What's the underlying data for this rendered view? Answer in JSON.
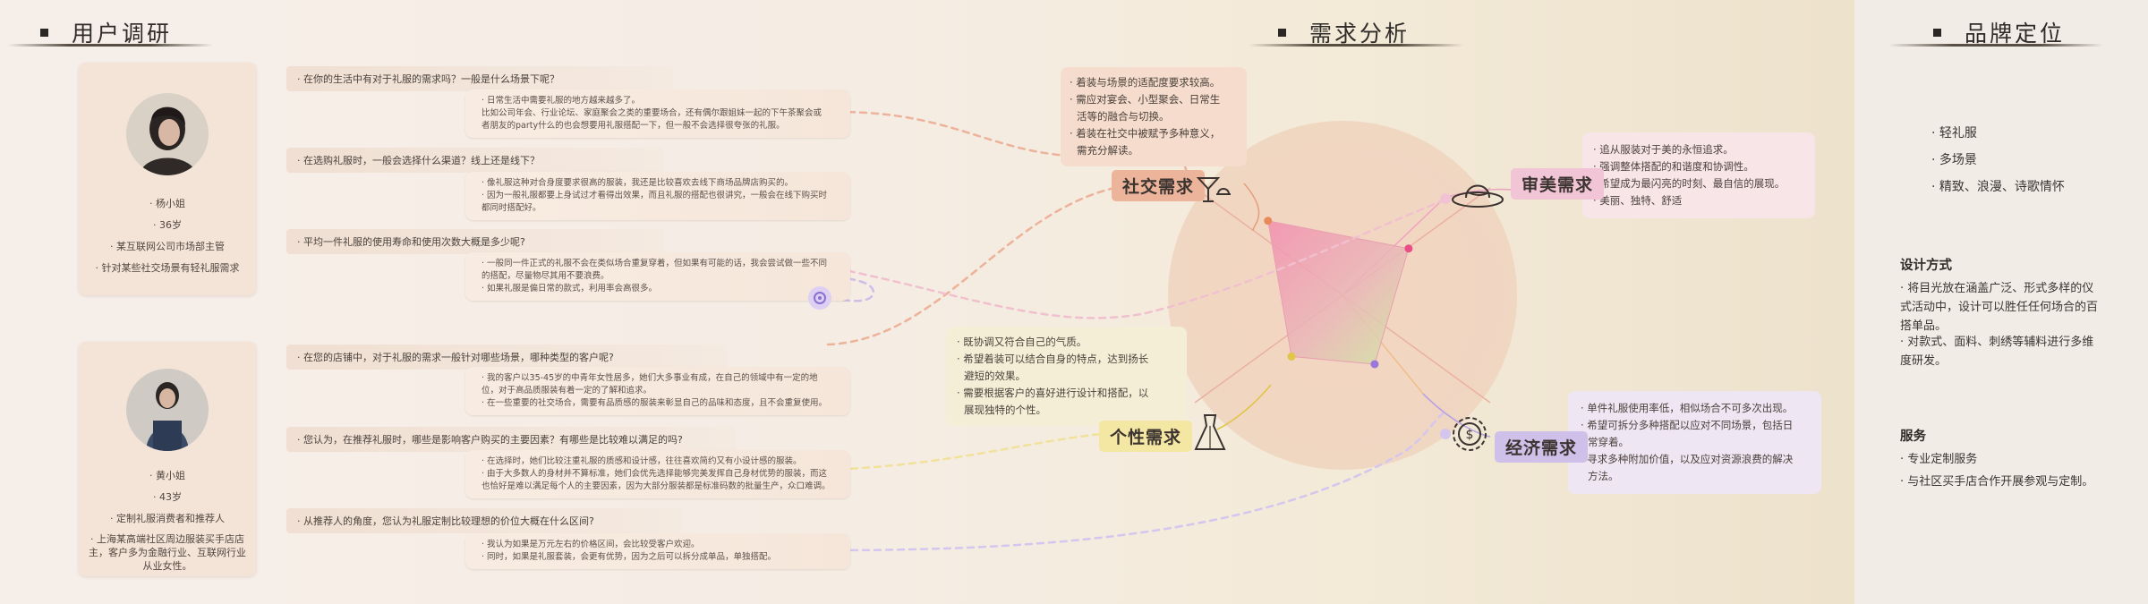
{
  "sections": {
    "research": "用户调研",
    "analysis": "需求分析",
    "brand": "品牌定位"
  },
  "personas": [
    {
      "name": "· 杨小姐",
      "age": "· 36岁",
      "job": "· 某互联网公司市场部主管",
      "note": "· 针对某些社交场景有轻礼服需求"
    },
    {
      "name": "· 黄小姐",
      "age": "· 43岁",
      "job": "· 定制礼服消费者和推荐人",
      "note": [
        "· 上海某高端社区周边服装买手店店",
        "主，客户多为金融行业、互联网行业",
        "从业女性。"
      ]
    }
  ],
  "qa": [
    {
      "q": "· 在你的生活中有对于礼服的需求吗？一般是什么场景下呢？",
      "a": [
        "· 日常生活中需要礼服的地方越来越多了。",
        "比如公司年会、行业论坛、家庭聚会之类的重要场合，还有偶尔跟姐妹一起的下午茶聚会或",
        "者朋友的party什么的也会想要用礼服搭配一下，但一般不会选择很夸张的礼服。"
      ]
    },
    {
      "q": "· 在选购礼服时，一般会选择什么渠道？线上还是线下？",
      "a": [
        "· 像礼服这种对合身度要求很高的服装，我还是比较喜欢去线下商场品牌店购买的。",
        "· 因为一般礼服都要上身试过才看得出效果，而且礼服的搭配也很讲究，一般会在线下购买时",
        "都同时搭配好。"
      ]
    },
    {
      "q": "· 平均一件礼服的使用寿命和使用次数大概是多少呢?",
      "a": [
        "· 一般同一件正式的礼服不会在类似场合重复穿着，但如果有可能的话，我会尝试做一些不同",
        "的搭配，尽量物尽其用不要浪费。",
        "· 如果礼服是偏日常的款式，利用率会高很多。"
      ]
    },
    {
      "q": "· 在您的店铺中，对于礼服的需求一般针对哪些场景，哪种类型的客户呢?",
      "a": [
        "· 我的客户以35-45岁的中青年女性居多，她们大多事业有成，在自己的领域中有一定的地",
        "位，对于高品质服装有着一定的了解和追求。",
        "· 在一些重要的社交场合，需要有品质感的服装来彰显自己的品味和态度，且不会重复使用。"
      ]
    },
    {
      "q": "· 您认为，在推荐礼服时，哪些是影响客户购买的主要因素？有哪些是比较难以满足的吗?",
      "a": [
        "· 在选择时，她们比较注重礼服的质感和设计感，往往喜欢简约又有小设计感的服装。",
        "· 由于大多数人的身材并不算标准，她们会优先选择能够完美发挥自己身材优势的服装，而这",
        "也恰好是难以满足每个人的主要因素，因为大部分服装都是标准码数的批量生产，众口难调。"
      ]
    },
    {
      "q": "· 从推荐人的角度，您认为礼服定制比较理想的价位大概在什么区间?",
      "a": [
        "· 我认为如果是万元左右的价格区间，会比较受客户欢迎。",
        "· 同时，如果是礼服套装，会更有优势，因为之后可以拆分成单品，单独搭配。"
      ]
    }
  ],
  "needs": {
    "social": {
      "label": "社交需求",
      "color": "#ecb49a",
      "lines": [
        [
          "· 着装与场景的适配度要求较高。"
        ],
        [
          "· 需应对宴会、小型聚会、日常生",
          "活等的融合与切换。"
        ],
        [
          "· 着装在社交中被赋予多种意义，",
          "需充分解读。"
        ]
      ]
    },
    "aesthetic": {
      "label": "审美需求",
      "color": "#f1c4d6",
      "lines": [
        [
          "· 追从服装对于美的永恒追求。"
        ],
        [
          "· 强调整体搭配的和谐度和协调性。"
        ],
        [
          "· 希望成为最闪亮的时刻、最自信的展现。"
        ],
        [
          "· 美丽、独特、舒适"
        ]
      ]
    },
    "personal": {
      "label": "个性需求",
      "color": "#f4e7a4",
      "lines": [
        [
          "· 既协调又符合自己的气质。"
        ],
        [
          "· 希望着装可以结合自身的特点，达到扬长",
          "避短的效果。"
        ],
        [
          "· 需要根据客户的喜好进行设计和搭配，以",
          "展现独特的个性。"
        ]
      ]
    },
    "economic": {
      "label": "经济需求",
      "color": "#cfc0ea",
      "lines": [
        [
          "· 单件礼服使用率低，相似场合不可多次出现。"
        ],
        [
          "· 希望可拆分多种搭配以应对不同场景，包括日",
          "常穿着。"
        ],
        [
          "· 寻求多种附加价值，以及应对资源浪费的解决",
          "方法。"
        ]
      ]
    }
  },
  "brand": {
    "keywords": [
      "· 轻礼服",
      "· 多场景",
      "· 精致、浪漫、诗歌情怀"
    ],
    "design": {
      "title": "设计方式",
      "items": [
        [
          "·  将目光放在涵盖广泛、形式多样的仪",
          "式活动中，设计可以胜任任何场合的百",
          "搭单品。"
        ],
        [
          "·  对款式、面料、刺绣等辅料进行多维",
          "度研发。"
        ]
      ]
    },
    "service": {
      "title": "服务",
      "items": [
        "· 专业定制服务",
        "· 与社区买手店合作开展参观与定制。"
      ]
    }
  },
  "radar": {
    "axes": [
      "社交需求",
      "审美需求",
      "经济需求",
      "个性需求"
    ],
    "values": [
      0.62,
      0.55,
      0.45,
      0.5
    ],
    "point_colors": [
      "#e88b5a",
      "#e84f86",
      "#9a78d9",
      "#e0c547"
    ]
  }
}
